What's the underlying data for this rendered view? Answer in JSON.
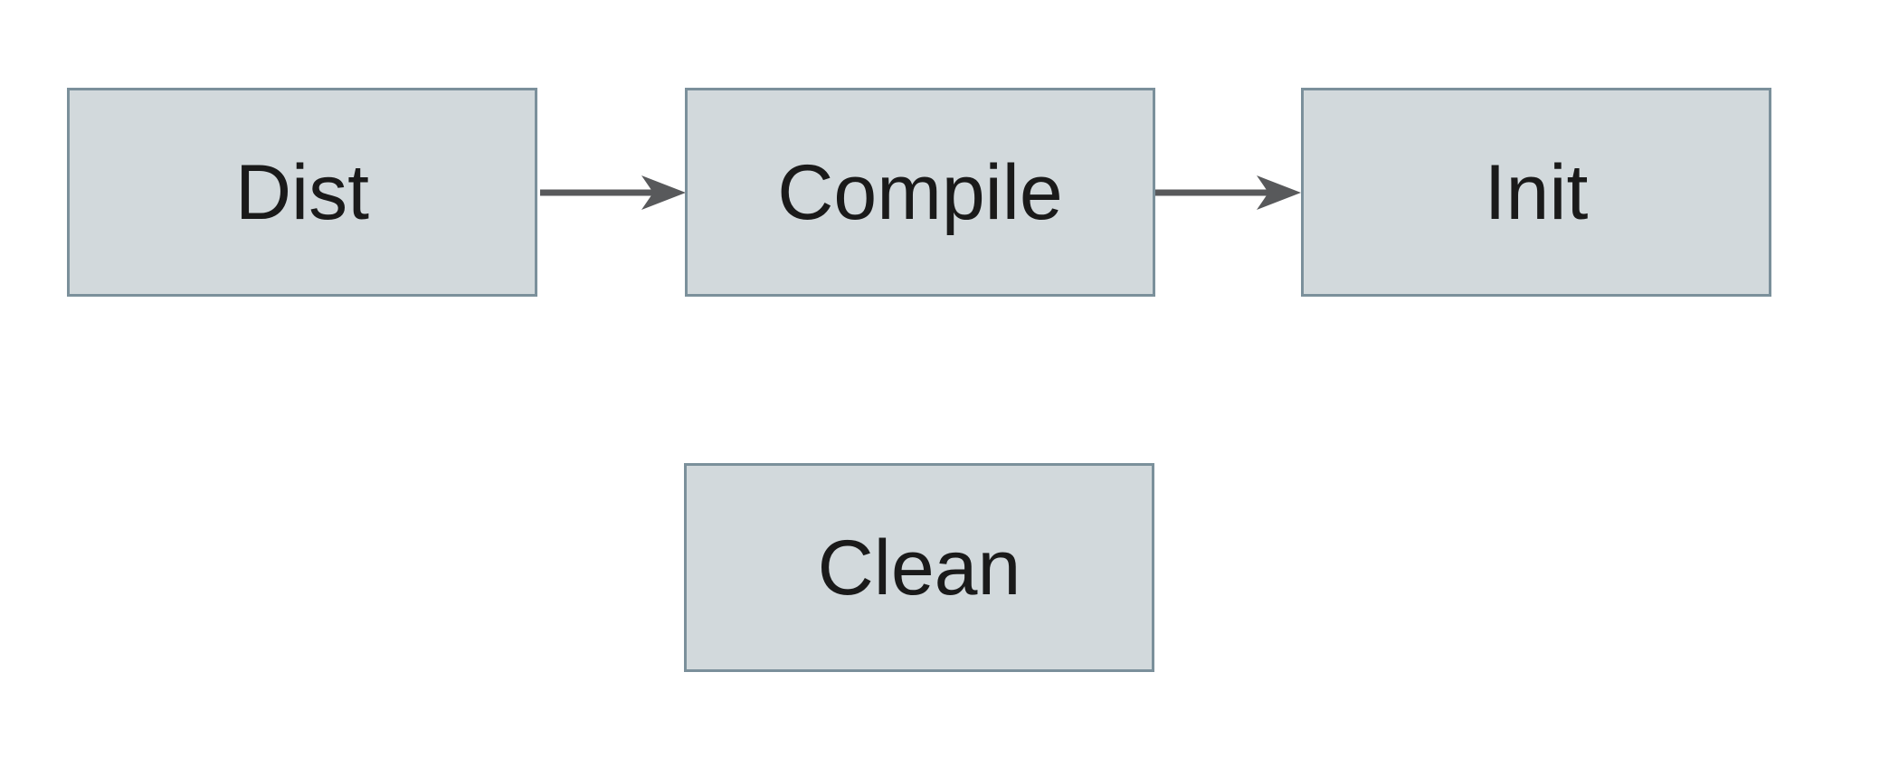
{
  "diagram": {
    "nodes": [
      {
        "id": "dist",
        "label": "Dist"
      },
      {
        "id": "compile",
        "label": "Compile"
      },
      {
        "id": "init",
        "label": "Init"
      },
      {
        "id": "clean",
        "label": "Clean"
      }
    ],
    "edges": [
      {
        "from": "Dist",
        "to": "Compile"
      },
      {
        "from": "Compile",
        "to": "Init"
      }
    ]
  },
  "theme": {
    "background": "#ffffff",
    "node_fill": "#d2d9dc",
    "node_border": "#7b909b",
    "arrow_color": "#58595b",
    "text_color": "#1a1a1a"
  }
}
